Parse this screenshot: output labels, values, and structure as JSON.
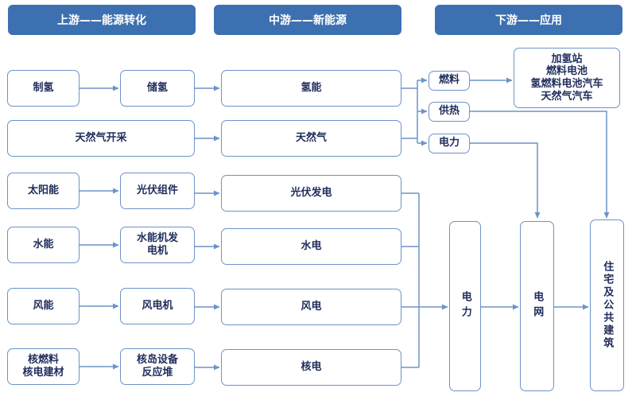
{
  "headers": {
    "upstream": "上游——能源转化",
    "midstream": "中游——新能源",
    "downstream": "下游——应用"
  },
  "nodes": {
    "hydrogen_production": "制氢",
    "hydrogen_storage": "储氢",
    "hydrogen_energy": "氢能",
    "gas_extraction": "天然气开采",
    "natural_gas": "天然气",
    "solar_energy": "太阳能",
    "pv_modules": "光伏组件",
    "pv_power": "光伏发电",
    "water_energy": "水能",
    "hydro_generator": "水能机发\n电机",
    "hydropower": "水电",
    "wind_energy": "风能",
    "wind_turbine": "风电机",
    "wind_power": "风电",
    "nuclear_fuel": "核燃料\n核电建材",
    "nuclear_island": "核岛设备\n反应堆",
    "nuclear_power": "核电",
    "fuel": "燃料",
    "heating": "供热",
    "electricity_small": "电力",
    "fuel_applications": "加氢站\n燃料电池\n氢燃料电池汽车\n天然气汽车",
    "electricity": "电力",
    "grid": "电网",
    "buildings": "住宅及公共建筑"
  }
}
